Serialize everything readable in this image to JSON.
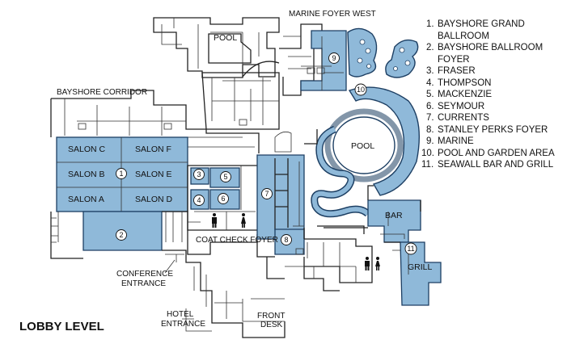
{
  "legend": [
    {
      "num": "1.",
      "name": "BAYSHORE GRAND BALLROOM"
    },
    {
      "num": "2.",
      "name": "BAYSHORE BALLROOM FOYER"
    },
    {
      "num": "3.",
      "name": "FRASER"
    },
    {
      "num": "4.",
      "name": "THOMPSON"
    },
    {
      "num": "5.",
      "name": "MACKENZIE"
    },
    {
      "num": "6.",
      "name": "SEYMOUR"
    },
    {
      "num": "7.",
      "name": "CURRENTS"
    },
    {
      "num": "8.",
      "name": "STANLEY PERKS FOYER"
    },
    {
      "num": "9.",
      "name": "MARINE"
    },
    {
      "num": "10.",
      "name": "POOL AND GARDEN AREA"
    },
    {
      "num": "11.",
      "name": "SEAWALL BAR AND GRILL"
    }
  ],
  "labels": {
    "marine_foyer_west": "MARINE FOYER WEST",
    "bayshore_corridor": "BAYSHORE CORRIDOR",
    "pool_top": "POOL",
    "pool_main": "POOL",
    "coat_check_foyer": "COAT CHECK FOYER",
    "conference_entrance_1": "CONFERENCE",
    "conference_entrance_2": "ENTRANCE",
    "hotel_entrance_1": "HOTEL",
    "hotel_entrance_2": "ENTRANCE",
    "front_desk_1": "FRONT",
    "front_desk_2": "DESK",
    "bar": "BAR",
    "grill": "GRILL",
    "level_title": "LOBBY LEVEL"
  },
  "salons": {
    "c": "SALON C",
    "f": "SALON F",
    "b": "SALON B",
    "e": "SALON E",
    "a": "SALON A",
    "d": "SALON D"
  },
  "markers": {
    "m1": "1",
    "m2": "2",
    "m3": "3",
    "m4": "4",
    "m5": "5",
    "m6": "6",
    "m7": "7",
    "m8": "8",
    "m9": "9",
    "m10": "10",
    "m11": "11"
  },
  "colors": {
    "room_fill": "#8fb9d9",
    "room_stroke": "#1d3f63",
    "wall": "#222222"
  }
}
